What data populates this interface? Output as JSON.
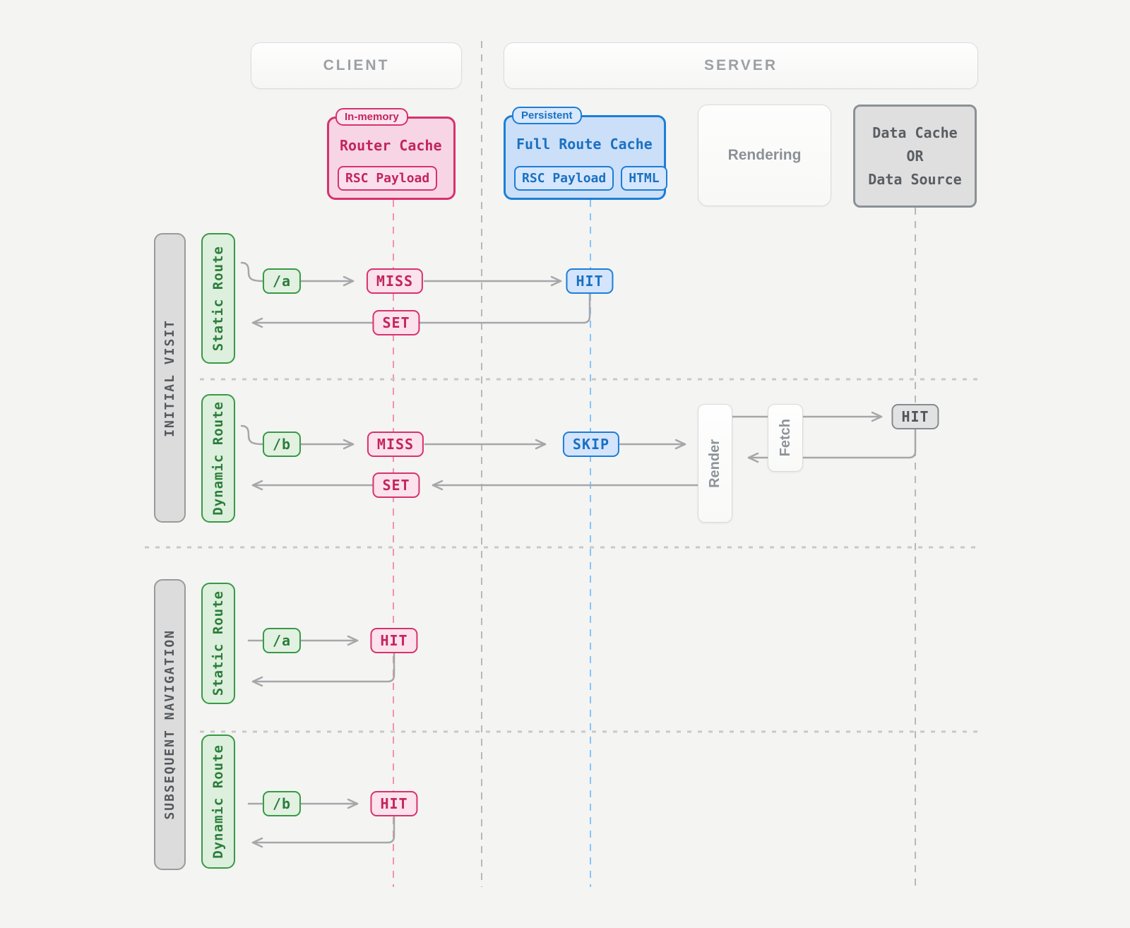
{
  "header": {
    "client": "CLIENT",
    "server": "SERVER"
  },
  "boxes": {
    "router_cache": {
      "tag": "In-memory",
      "title": "Router Cache",
      "chips": [
        "RSC Payload"
      ]
    },
    "full_route_cache": {
      "tag": "Persistent",
      "title": "Full Route Cache",
      "chips": [
        "RSC Payload",
        "HTML"
      ]
    },
    "rendering": {
      "title": "Rendering"
    },
    "data_cache": {
      "line1": "Data Cache",
      "line2": "OR",
      "line3": "Data Source"
    }
  },
  "lanes": {
    "initial_visit": "INITIAL VISIT",
    "subsequent_navigation": "SUBSEQUENT NAVIGATION",
    "static_route": "Static Route",
    "dynamic_route": "Dynamic Route"
  },
  "nodes": {
    "render": "Render",
    "fetch": "Fetch"
  },
  "flows": {
    "initial_static": {
      "route": "/a",
      "router_cache": "MISS",
      "full_route_cache": "HIT",
      "set": "SET"
    },
    "initial_dynamic": {
      "route": "/b",
      "router_cache": "MISS",
      "full_route_cache": "SKIP",
      "data_cache": "HIT",
      "set": "SET"
    },
    "subsequent_static": {
      "route": "/a",
      "router_cache": "HIT"
    },
    "subsequent_dynamic": {
      "route": "/b",
      "router_cache": "HIT"
    }
  },
  "colors": {
    "pink_border": "#d6336c",
    "pink_text": "#c2255c",
    "pink_fill": "#f8d5e4",
    "pink_dash": "#f491b3",
    "blue_border": "#1c7ed6",
    "blue_text": "#1971c2",
    "blue_fill": "#cbdff9",
    "blue_dash": "#85c5f8",
    "green_border": "#379a44",
    "green_text": "#2b7d3b",
    "green_fill": "#ddefdd",
    "gray_arrow": "#a5a7a9",
    "gray_dash": "#b6b9bc",
    "separator_dash": "#c7c9cb",
    "background": "#f4f4f3"
  }
}
